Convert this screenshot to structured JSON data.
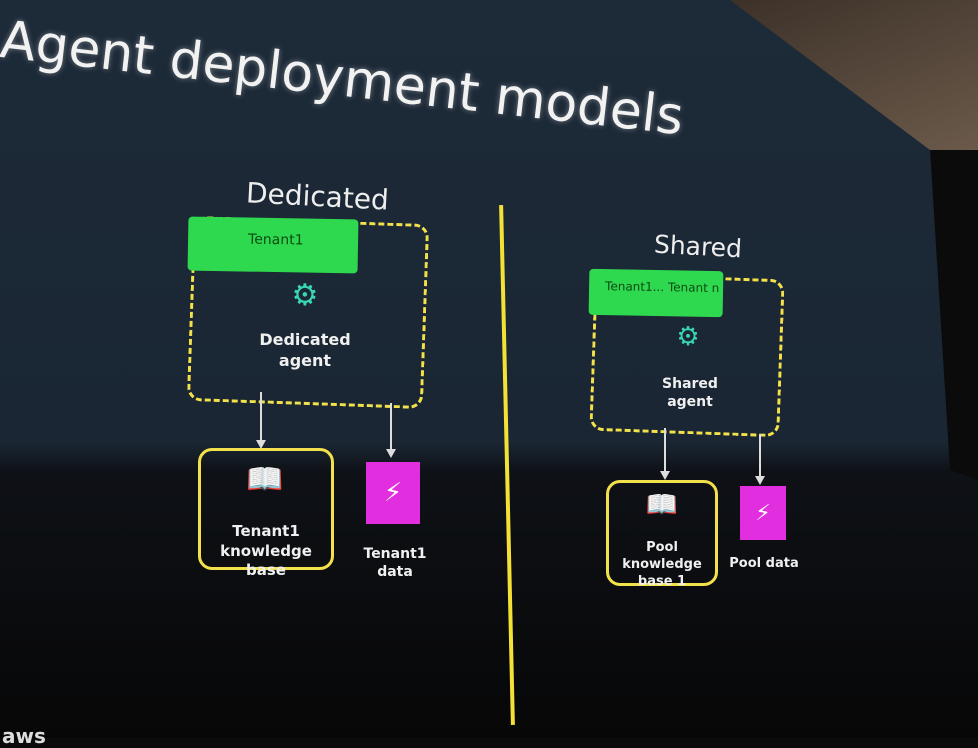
{
  "slide": {
    "title": "Agent deployment models",
    "footer_logo": "aws",
    "dedicated": {
      "heading": "Dedicated",
      "tag": "Tenant1",
      "agent_label": "Dedicated agent",
      "kb_label": "Tenant1 knowledge base",
      "data_label": "Tenant1 data"
    },
    "shared": {
      "heading": "Shared",
      "tag": "Tenant1... Tenant n",
      "agent_label": "Shared agent",
      "kb_label": "Pool knowledge base 1",
      "data_label": "Pool data"
    },
    "colors": {
      "tag": "#2fd94f",
      "border": "#f2e14a",
      "data": "#e12fe0",
      "divider": "#f4e135"
    }
  }
}
